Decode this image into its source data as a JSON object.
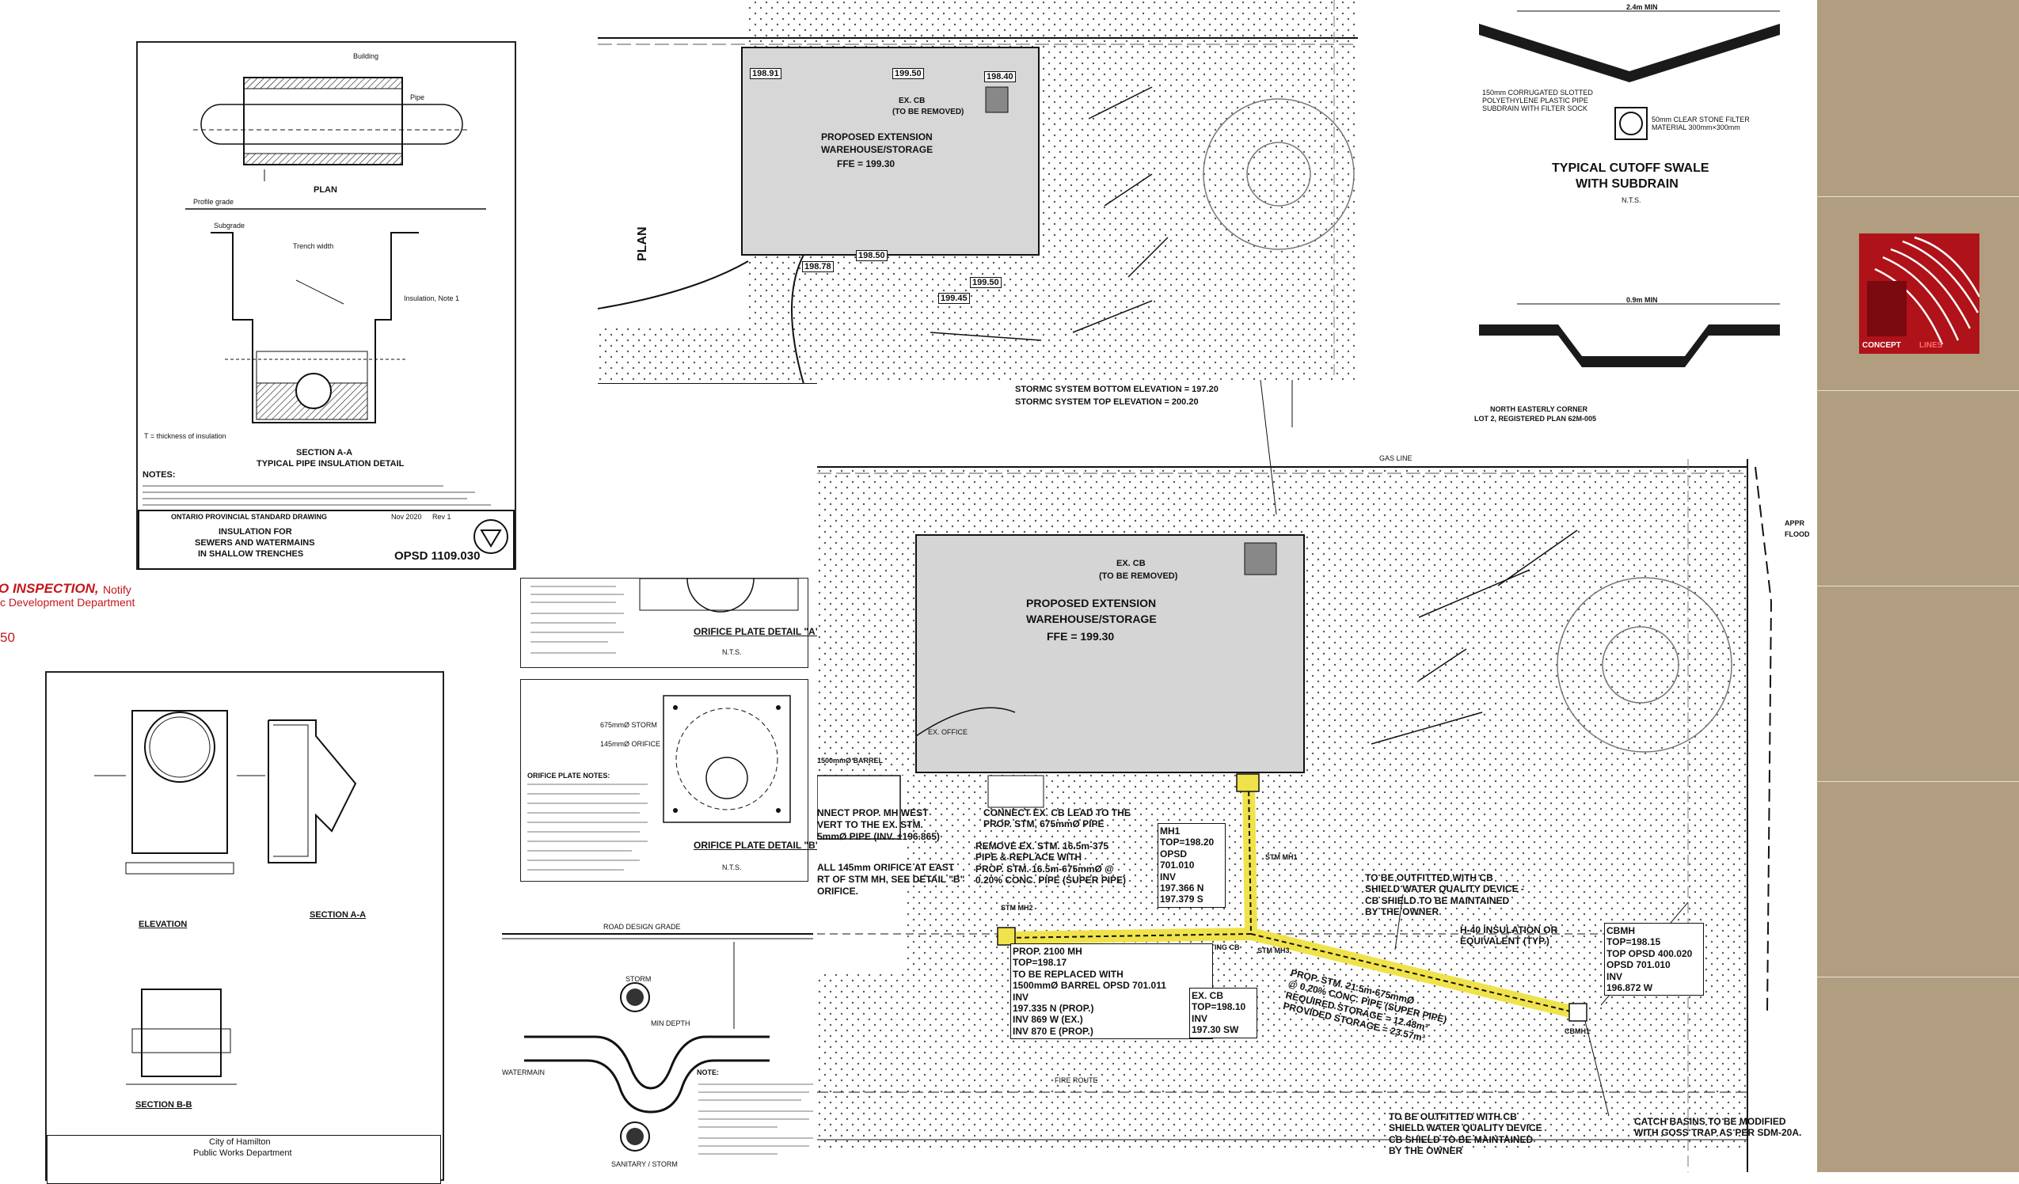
{
  "sheet_opsd": {
    "labels": {
      "building": "Building",
      "pipe": "Pipe",
      "plan": "PLAN",
      "profile_grade": "Profile grade",
      "subgrade": "Subgrade",
      "trench_width": "Trench width",
      "insulation_note": "Insulation, Note 1",
      "t_note": "T = thickness of insulation",
      "section_title": "SECTION A-A",
      "section_subtitle": "TYPICAL PIPE INSULATION DETAIL"
    },
    "notes_heading": "NOTES:",
    "org": "ONTARIO PROVINCIAL STANDARD DRAWING",
    "date": "Nov 2020",
    "rev": "Rev 1",
    "title_lines": [
      "INSULATION FOR",
      "SEWERS AND WATERMAINS",
      "IN SHALLOW TRENCHES"
    ],
    "number": "OPSD 1109.030"
  },
  "inspection": {
    "main": "O INSPECTION,",
    "notify": "Notify",
    "dept": "c Development Department",
    "num": "50"
  },
  "sheet_manhole": {
    "elevation": "ELEVATION",
    "section_aa": "SECTION A-A",
    "section_bb": "SECTION B-B",
    "city": "City of Hamilton",
    "dept": "Public Works Department"
  },
  "orifice": {
    "detail_a": "ORIFICE PLATE DETAIL \"A\"",
    "detail_b": "ORIFICE PLATE DETAIL \"B\"",
    "nts": "N.T.S.",
    "notes_heading": "ORIFICE PLATE NOTES:",
    "label_675": "675mmØ STORM",
    "label_145": "145mmØ ORIFICE"
  },
  "watermain": {
    "road": "ROAD DESIGN GRADE",
    "storm": "STORM",
    "watermain": "WATERMAIN",
    "sanitary": "SANITARY / STORM",
    "min_depth": "MIN DEPTH",
    "note": "NOTE:"
  },
  "site_top": {
    "plan": "PLAN",
    "proposed": "PROPOSED EXTENSION",
    "warehouse": "WAREHOUSE/STORAGE",
    "ffe": "FFE  =  199.30",
    "ex_cb": "EX. CB",
    "to_be_removed": "(TO BE REMOVED)",
    "elevations": [
      "198.91",
      "199.50",
      "198.40",
      "198.78",
      "198.50",
      "199.50",
      "199.45"
    ]
  },
  "swale": {
    "width_top": "2.4m MIN",
    "title": "TYPICAL CUTOFF SWALE",
    "subtitle": "WITH SUBDRAIN",
    "nts": "N.T.S.",
    "subdrain_note": "150mm CORRUGATED SLOTTED POLYETHYLENE PLASTIC PIPE SUBDRAIN WITH FILTER SOCK",
    "stone_note": "50mm CLEAR STONE FILTER MATERIAL 300mm×300mm",
    "width_bottom": "0.9m MIN"
  },
  "site_main": {
    "storage_bottom": "STORMC SYSTEM BOTTOM ELEVATION = 197.20",
    "storage_top": "STORMC SYSTEM TOP ELEVATION    = 200.20",
    "owner_corner": "NORTH EASTERLY CORNER",
    "lot": "LOT 2, REGISTERED PLAN 62M-005",
    "proposed": "PROPOSED EXTENSION",
    "warehouse": "WAREHOUSE/STORAGE",
    "ffe": "FFE  =  199.30",
    "ex_cb": "EX. CB",
    "to_be_removed": "(TO BE REMOVED)",
    "connect_note": [
      "CONNECT EX. CB LEAD TO THE",
      "PROP. STM, 675mmØ PIPE"
    ],
    "remove_note": [
      "REMOVE EX. STM. 16.5m-375",
      "PIPE & REPLACE WITH",
      "PROP. STM. 16.5m-675mmØ @",
      "0.20% CONC. PIPE (SUPER PIPE)"
    ],
    "mh_note": [
      "PROP. 2100 MH",
      "TOP=198.17",
      "TO BE REPLACED WITH",
      "1500mmØ BARREL OPSD 701.011",
      "INV",
      "197.335 N (PROP.)",
      "INV 869 W (EX.)",
      "INV 870 E (PROP.)"
    ],
    "exist_note": [
      "EX. CB",
      "TOP=198.10",
      "INV",
      "197.30 SW"
    ],
    "mh1": [
      "MH1",
      "TOP=198.20",
      "OPSD 701.010",
      "INV",
      "197.366 N",
      "197.379 S"
    ],
    "cbmh": [
      "CBMH",
      "TOP=198.15",
      "TOP OPSD 400.020",
      "OPSD 701.010",
      "INV",
      "196.872 W"
    ],
    "prop_stm_note": [
      "PROP. STM. 21.5m-675mmØ",
      "@ 0.20% CONC. PIPE (SUPER PIPE)",
      "REQUIRED STORAGE = 12.48m³",
      "PROVIDED STORAGE = 23.57m³"
    ],
    "insulation": [
      "H-40 INSULATION OR",
      "EQUIVALENT (TYP.)"
    ],
    "outfit_note": [
      "TO BE OUTFITTED WITH CB",
      "SHIELD WATER QUALITY DEVICE -",
      "CB SHIELD TO BE MAINTAINED",
      "BY THE OWNER"
    ],
    "outfit_note2": [
      "TO BE OUTFITTED WITH CB",
      "SHIELD WATER QUALITY DEVICE",
      "CB SHIELD TO BE MAINTAINED",
      "BY THE OWNER"
    ],
    "catch_basin": [
      "CATCH BASINS TO BE MODIFIED",
      "WITH GOSS TRAP AS PER SDM-20A."
    ],
    "left_notes": [
      "NNECT PROP. MH WEST",
      "VERT TO THE EX. STM.",
      "5mmØ PIPE (INV. ±196.865)",
      "ALL 145mm ORIFICE AT EAST",
      "RT OF STM MH, SEE DETAIL \"B\"",
      "ORIFICE."
    ],
    "labels": {
      "stm_mh2": "STM MH2",
      "stm_mh1": "STM MH1",
      "cbmh1": "CBMH1",
      "stm_mh3": "STM MH3",
      "appr": "APPR",
      "flood": "FLOOD",
      "existing_cb": "EXISTING CB",
      "ex_office": "EX. OFFICE",
      "gas_line": "GAS LINE",
      "fire_route": "FIRE ROUTE",
      "barrel": "1500mmØ BARREL"
    }
  },
  "logo": {
    "text_a": "CONCEPT",
    "text_b": "LINES"
  },
  "colors": {
    "sidebar": "#b19d80",
    "logo_red": "#b0121a",
    "highlight": "#f0e24a",
    "inspection_red": "#c4161c"
  }
}
